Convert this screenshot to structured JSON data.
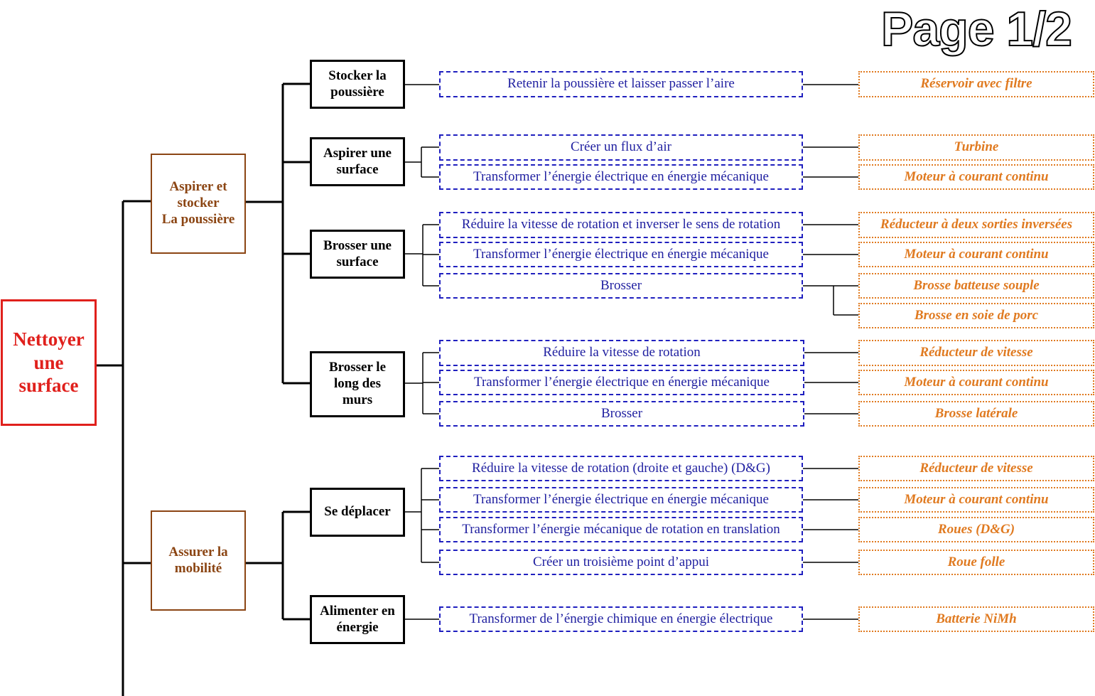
{
  "page_label": "Page 1/2",
  "root": "Nettoyer\nune\nsurface",
  "level1": [
    "Aspirer et\nstocker\nLa poussière",
    "Assurer la\nmobilité"
  ],
  "level2": [
    "Stocker la\npoussière",
    "Aspirer une\nsurface",
    "Brosser une\nsurface",
    "Brosser le\nlong des\nmurs",
    "Se déplacer",
    "Alimenter en\nénergie"
  ],
  "functions": [
    "Retenir la poussière et laisser  passer l’aire",
    "Créer un flux d’air",
    "Transformer l’énergie électrique en énergie mécanique",
    "Réduire la vitesse de rotation et inverser le sens de rotation",
    "Transformer l’énergie électrique en énergie mécanique",
    "Brosser",
    "Réduire la vitesse de rotation",
    "Transformer l’énergie électrique en énergie mécanique",
    "Brosser",
    "Réduire la vitesse de rotation (droite et gauche) (D&G)",
    "Transformer l’énergie électrique en énergie mécanique",
    "Transformer l’énergie mécanique de rotation en translation",
    "Créer un troisième point d’appui",
    "Transformer de l’énergie chimique en énergie électrique"
  ],
  "solutions": [
    "Réservoir avec filtre",
    "Turbine",
    "Moteur à courant continu",
    "Réducteur à deux sorties inversées",
    "Moteur à courant continu",
    "Brosse batteuse souple",
    "Brosse en soie de porc",
    "Réducteur de vitesse",
    "Moteur à courant continu",
    "Brosse latérale",
    "Réducteur de vitesse",
    "Moteur à courant continu",
    "Roues (D&G)",
    "Roue folle",
    "Batterie NiMh"
  ],
  "colors": {
    "root": "#e0201c",
    "level1": "#8b4513",
    "level2": "#000000",
    "function": "#1f1fbf",
    "solution": "#e07a20"
  }
}
